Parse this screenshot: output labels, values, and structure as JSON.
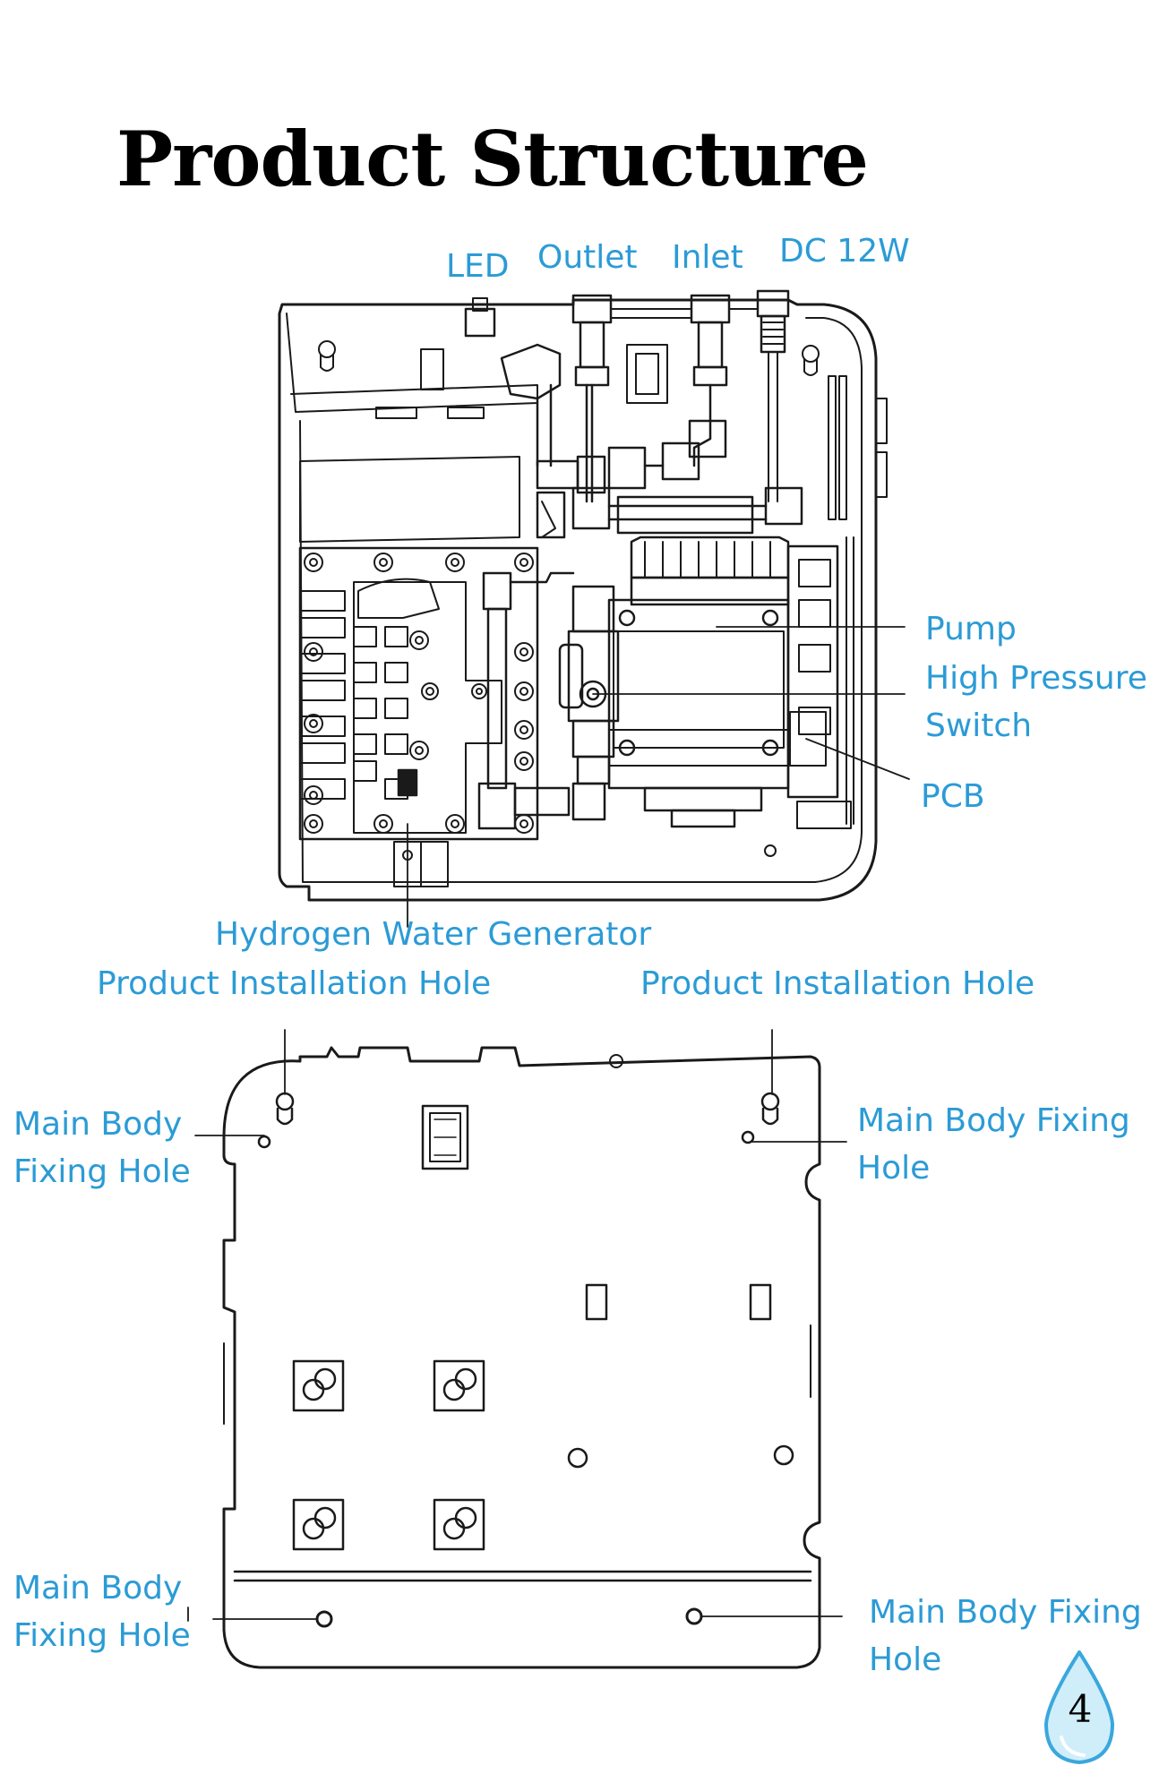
{
  "page": {
    "title": "Product Structure",
    "page_number": "4"
  },
  "top_view": {
    "labels": {
      "led": "LED",
      "outlet": "Outlet",
      "inlet": "Inlet",
      "dc": "DC 12W",
      "pump": "Pump",
      "high_pressure_switch_1": "High Pressure",
      "high_pressure_switch_2": "Switch",
      "pcb": "PCB",
      "hydrogen_generator": "Hydrogen Water Generator"
    }
  },
  "back_view": {
    "labels": {
      "install_hole_left": "Product Installation Hole",
      "install_hole_right": "Product Installation Hole",
      "fixing_hole_top_left_1": "Main Body",
      "fixing_hole_top_left_2": "Fixing Hole",
      "fixing_hole_top_right_1": "Main Body Fixing",
      "fixing_hole_top_right_2": "Hole",
      "fixing_hole_bottom_left_1": "Main Body",
      "fixing_hole_bottom_left_2": "Fixing Hole",
      "fixing_hole_bottom_right_1": "Main Body Fixing",
      "fixing_hole_bottom_right_2": "Hole"
    }
  },
  "colors": {
    "label": "#2B9BD6",
    "line": "#1a1a1a",
    "drop": "#3AA7DD"
  }
}
